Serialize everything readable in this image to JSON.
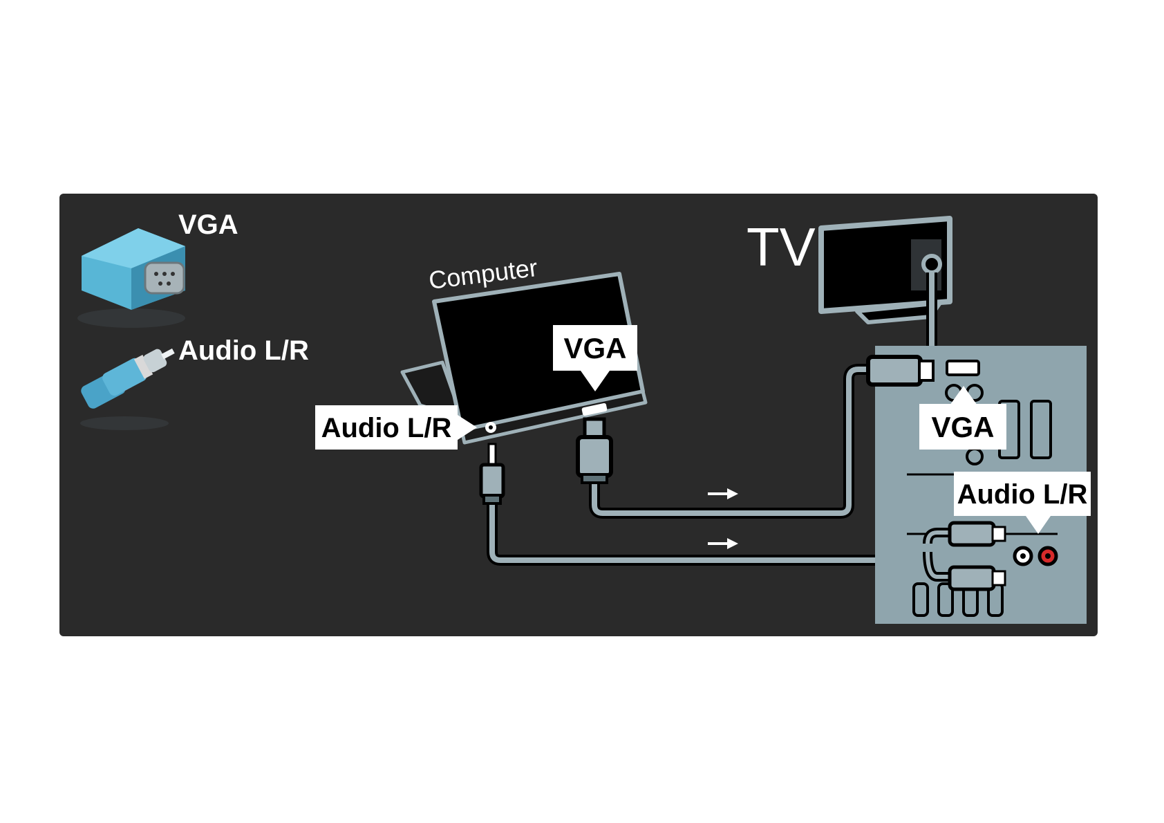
{
  "legend": {
    "vga_label": "VGA",
    "audio_label": "Audio L/R"
  },
  "diagram": {
    "computer_label": "Computer",
    "tv_label": "TV",
    "computer_vga_callout": "VGA",
    "computer_audio_callout": "Audio L/R",
    "tv_vga_callout": "VGA",
    "tv_audio_callout": "Audio L/R"
  },
  "colors": {
    "panel_background": "#2a2a2a",
    "tv_panel": "#8fa5ad",
    "cable": "#9fb1b8",
    "connector_blue": "#4aa3c8",
    "callout_background": "#ffffff",
    "audio_red": "#d62a2a"
  }
}
